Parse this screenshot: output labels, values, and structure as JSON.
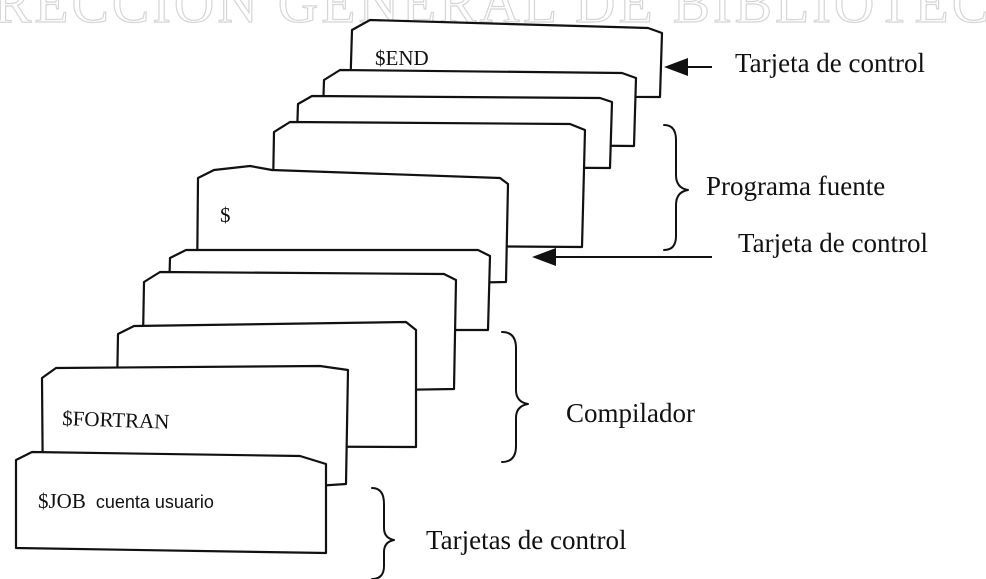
{
  "watermark": "RECCION GENERAL DE BIBLIOTECAS",
  "cards": {
    "end": "$END",
    "dollar": "$",
    "fortran": "$FORTRAN",
    "job_prefix": "$JOB",
    "job_suffix": "cuenta usuario"
  },
  "labels": {
    "top_control": "Tarjeta de control",
    "source_program": "Programa fuente",
    "mid_control": "Tarjeta de control",
    "compiler": "Compilador",
    "bottom_controls": "Tarjetas de control"
  }
}
